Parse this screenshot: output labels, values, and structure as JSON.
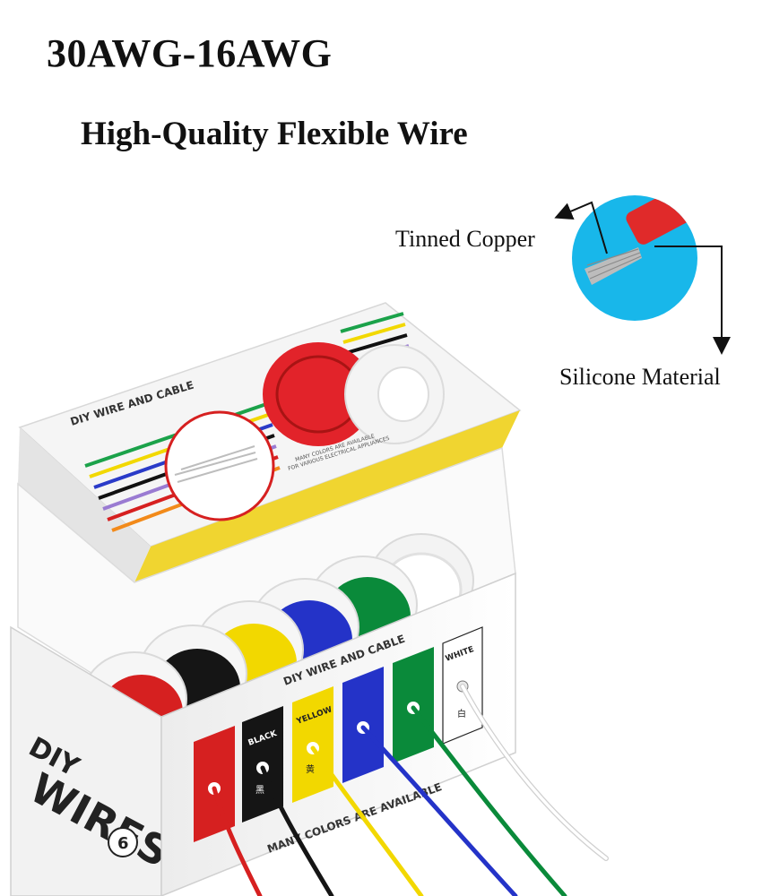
{
  "heading": "30AWG-16AWG",
  "subheading": "High-Quality Flexible Wire",
  "callouts": {
    "copper": "Tinned Copper",
    "silicone": "Silicone Material"
  },
  "box": {
    "lid_title": "DIY WIRE AND CABLE",
    "lid_note1": "MANY COLORS ARE AVAILABLE",
    "lid_note2": "FOR VARIOUS ELECTRICAL APPLIANCES",
    "front_title": "DIY WIRE AND CABLE",
    "brand_line1": "DIY",
    "brand_line2": "WIRES",
    "count_badge": "6",
    "front_note": "MANY COLORS ARE AVAILABLE",
    "slots": [
      {
        "label": "",
        "zh": "",
        "color": "#d62020"
      },
      {
        "label": "BLACK",
        "zh": "黑",
        "color": "#151515"
      },
      {
        "label": "YELLOW",
        "zh": "黄",
        "color": "#f2d800"
      },
      {
        "label": "",
        "zh": "",
        "color": "#2433c8"
      },
      {
        "label": "",
        "zh": "",
        "color": "#0a8a3a"
      },
      {
        "label": "WHITE",
        "zh": "白",
        "color": "#ffffff"
      }
    ]
  },
  "colors": {
    "circle_bg": "#18b7ea",
    "red": "#d62020",
    "black": "#151515",
    "yellow": "#f2d800",
    "blue": "#2433c8",
    "green": "#0a8a3a",
    "white": "#f4f4f4"
  }
}
